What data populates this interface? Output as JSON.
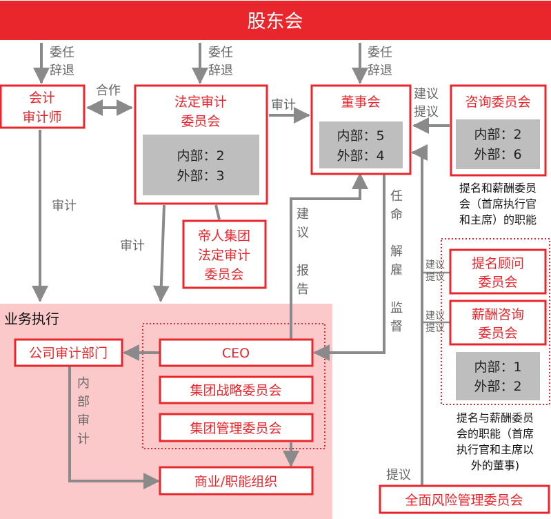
{
  "top_bar": {
    "label": "股东会"
  },
  "colors": {
    "accent": "#e8262c",
    "stat_fill": "#bebebe",
    "arrow": "#8a8a8a",
    "region_fill": "#fbc9c9"
  },
  "region": {
    "label": "业务执行"
  },
  "boxes": {
    "auditor": {
      "lines": [
        "会计",
        "审计师"
      ]
    },
    "statutory_audit": {
      "lines": [
        "法定审计",
        "委员会"
      ],
      "stats": [
        "内部：2",
        "外部：3"
      ]
    },
    "board": {
      "title": "董事会",
      "stats": [
        "内部：5",
        "外部：4"
      ]
    },
    "advisory": {
      "title": "咨询委员会",
      "stats": [
        "内部：2",
        "外部：6"
      ]
    },
    "imperial_audit": {
      "lines": [
        "帝人集团",
        "法定审计",
        "委员会"
      ]
    },
    "nomination": {
      "lines": [
        "提名顾问",
        "委员会"
      ]
    },
    "compensation": {
      "lines": [
        "薪酬咨询",
        "委员会"
      ]
    },
    "nc_stats": {
      "stats": [
        "内部：1",
        "外部：2"
      ]
    },
    "internal_audit": {
      "title": "公司审计部门"
    },
    "ceo": {
      "title": "CEO"
    },
    "strategy": {
      "title": "集团战略委员会"
    },
    "management": {
      "title": "集团管理委员会"
    },
    "business": {
      "title": "商业/职能组织"
    },
    "risk": {
      "title": "全面风险管理委员会"
    }
  },
  "notes": {
    "advisory_note": [
      "提名和薪酬委员",
      "会（首席执行官",
      "和主席）的职能"
    ],
    "nc_note": [
      "提名与薪酬委员",
      "会的职能（首席",
      "执行官和主席以",
      "外的董事)"
    ]
  },
  "labels": {
    "appoint_dismiss": [
      "委任",
      "辞退"
    ],
    "cooperate": "合作",
    "audit": "审计",
    "propose": [
      "建议",
      "提议"
    ],
    "propose_single": "提议",
    "advice_vertical": [
      "建",
      "议"
    ],
    "report_vertical": [
      "报",
      "告"
    ],
    "appoint_vertical": [
      "任",
      "命"
    ],
    "dismiss_vertical": [
      "解",
      "雇"
    ],
    "supervise_vertical": [
      "监",
      "督"
    ],
    "internal_audit_vertical": [
      "内",
      "部",
      "审",
      "计"
    ]
  }
}
